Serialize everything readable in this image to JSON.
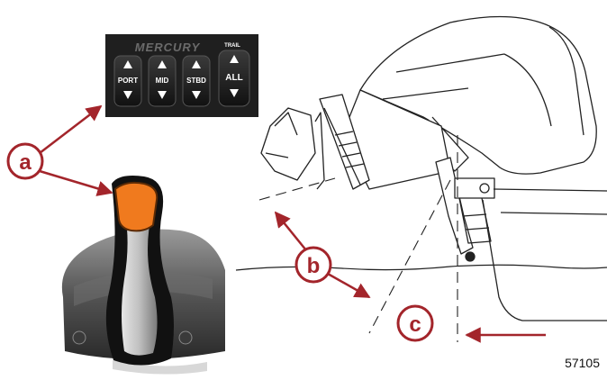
{
  "callouts": {
    "a": "a",
    "b": "b",
    "c": "c"
  },
  "figure_number": "57105",
  "trim_panel": {
    "brand": "MERCURY",
    "small_label": "TRAIL",
    "buttons": [
      "PORT",
      "MID",
      "STBD",
      "ALL"
    ]
  },
  "colors": {
    "callout_red": "#a3252b",
    "panel_dark": "#1f1f1f",
    "handle_orange": "#f07a1e",
    "line": "#222222"
  },
  "icons": {
    "up": "triangle-up-icon",
    "down": "triangle-down-icon"
  }
}
